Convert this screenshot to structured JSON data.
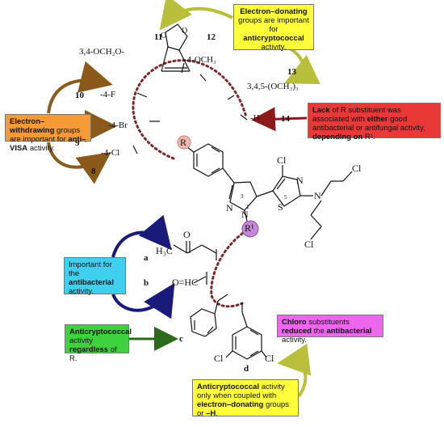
{
  "substituents": {
    "n11": "11",
    "n12": "12",
    "n13": "13",
    "n14": "14",
    "n10": "10",
    "n9": "9",
    "n8": "8",
    "methylenedioxy": "3,4-OCH₂O-",
    "methoxy": "-4-OCH₃",
    "trimethoxy": "3,4,5-(OCH₃)₃",
    "hydrogen": "-H",
    "fluoro": "-4-F",
    "bromo": "-4-Br",
    "chloro": "-4-Cl"
  },
  "core": {
    "r": "R",
    "r1": "R¹",
    "cl_top": "Cl",
    "cl_right": "Cl",
    "cl_bottom": "Cl",
    "n_pyr1": "N",
    "n_pyr2": "N",
    "n_thz": "N",
    "s_thz": "S",
    "n_amine": "N",
    "pos3": "3",
    "pos1": "1",
    "pos5": "5",
    "o_furan1": "O",
    "o_furan2": "O"
  },
  "r1_groups": {
    "a": "a",
    "b": "b",
    "c": "c",
    "d": "d",
    "ketone_o": "O",
    "acetyl": "H₃C",
    "formyl": "O=HC",
    "cl_d1": "Cl",
    "cl_d2": "Cl"
  },
  "boxes": {
    "donating": {
      "b": "Electron–donating",
      "t1": " groups are important for ",
      "b2": "anticryptococcal",
      "t2": " activity."
    },
    "lack": {
      "b": "Lack",
      "t1": " of R substituent was associated with ",
      "b2": "either",
      "t2": " good antibacterial or antifungal activity, ",
      "b3": "depending on",
      "t3": " R¹."
    },
    "withdrawing": {
      "b": "Electron–withdrawing",
      "t1": " groups are important for ",
      "b2": "anti–VISA",
      "t2": " activity."
    },
    "antibacterial": {
      "t1": "Important for the ",
      "b": "antibacterial",
      "t2": " activity."
    },
    "chloro": {
      "b": "Chloro",
      "t1": " substituents ",
      "b2": "reduced",
      "t2": " the ",
      "b3": "antibacterial",
      "t3": " activity."
    },
    "anticrypto": {
      "b": "Anticryptococcal",
      "t1": " activity ",
      "b2": "regardless",
      "t2": " of R."
    },
    "bottom": {
      "b": "Anticryptococcal",
      "t1": " activity only when coupled with ",
      "b2": "electron–donating",
      "t2": " groups or ",
      "b3": "–H",
      "t3": "."
    }
  },
  "colors": {
    "donating_box": "#ffff3a",
    "lack_box": "#e83838",
    "withdraw_box": "#f59a34",
    "antibac_box": "#3fd0f0",
    "chloro_box": "#ee66ee",
    "anticrypto_box": "#3fd23f",
    "dotted_arc": "#7a2a2a",
    "arrow_olive": "#b9bf3a",
    "arrow_brown": "#8b5a1a",
    "arrow_red": "#8b1a1a",
    "arrow_navy": "#1a1a7a",
    "arrow_green": "#2a6a1a"
  }
}
